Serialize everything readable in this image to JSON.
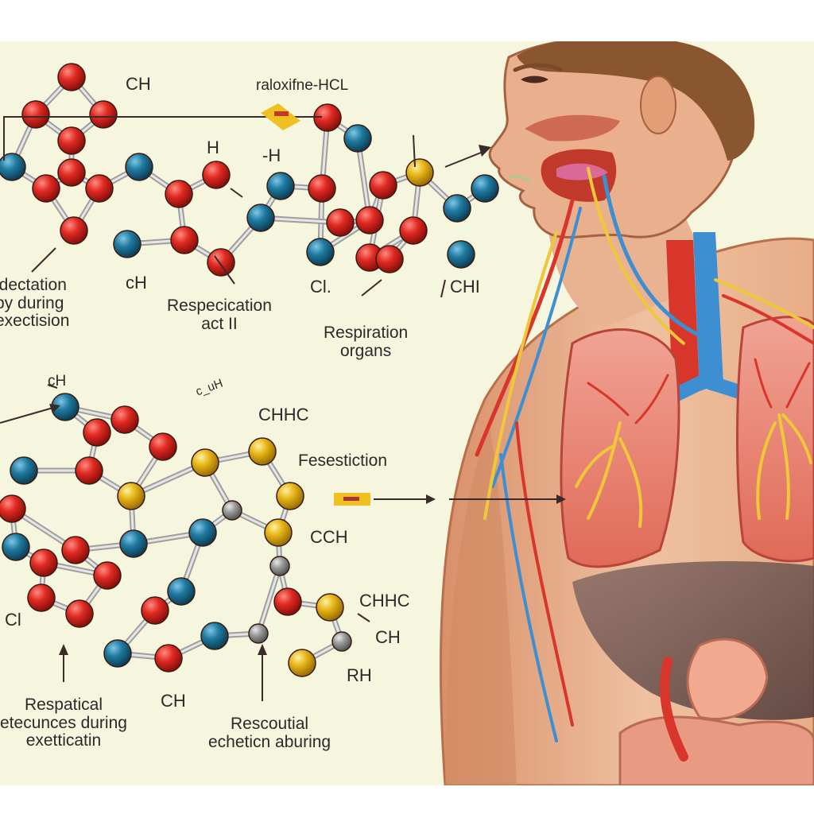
{
  "labels": {
    "ch_top": "CH",
    "raloxifene": "raloxifne-HCL",
    "h_mid": "H",
    "minus_h": "-H",
    "ch_left": "cH",
    "cl_mid": "Cl.",
    "chi": "CHI",
    "dictation_line1": "idectation",
    "dictation_line2": "by during",
    "dictation_line3": "exectision",
    "respecication_line1": "Respecication",
    "respecication_line2": "act II",
    "respiration_line1": "Respiration",
    "respiration_line2": "organs",
    "ch_lower_left": "cH",
    "scribble": "c_uH",
    "chhc_top": "CHHC",
    "fesestiction": "Fesestiction",
    "cch": "CCH",
    "chhc_right": "CHHC",
    "ch_right": "CH",
    "rh": "RH",
    "cl_left": "Cl",
    "ch_bottom": "CH",
    "respatical_line1": "Respatical",
    "respatical_line2": "etecunces during",
    "respatical_line3": "exetticatin",
    "rescoutial_line1": "Rescoutial",
    "rescoutial_line2": "echeticn aburing"
  },
  "colors": {
    "background": "#f6f5de",
    "atom_red": "#d81e1e",
    "atom_blue": "#1a6f93",
    "atom_yellow": "#e2b313",
    "atom_gray": "#8c8c8c",
    "bond": "#b8b8b8",
    "skin": "#eab08d",
    "lung": "#e87563",
    "airway": "#3d8fd1",
    "artery": "#d9362b",
    "nerve": "#efc73a"
  }
}
